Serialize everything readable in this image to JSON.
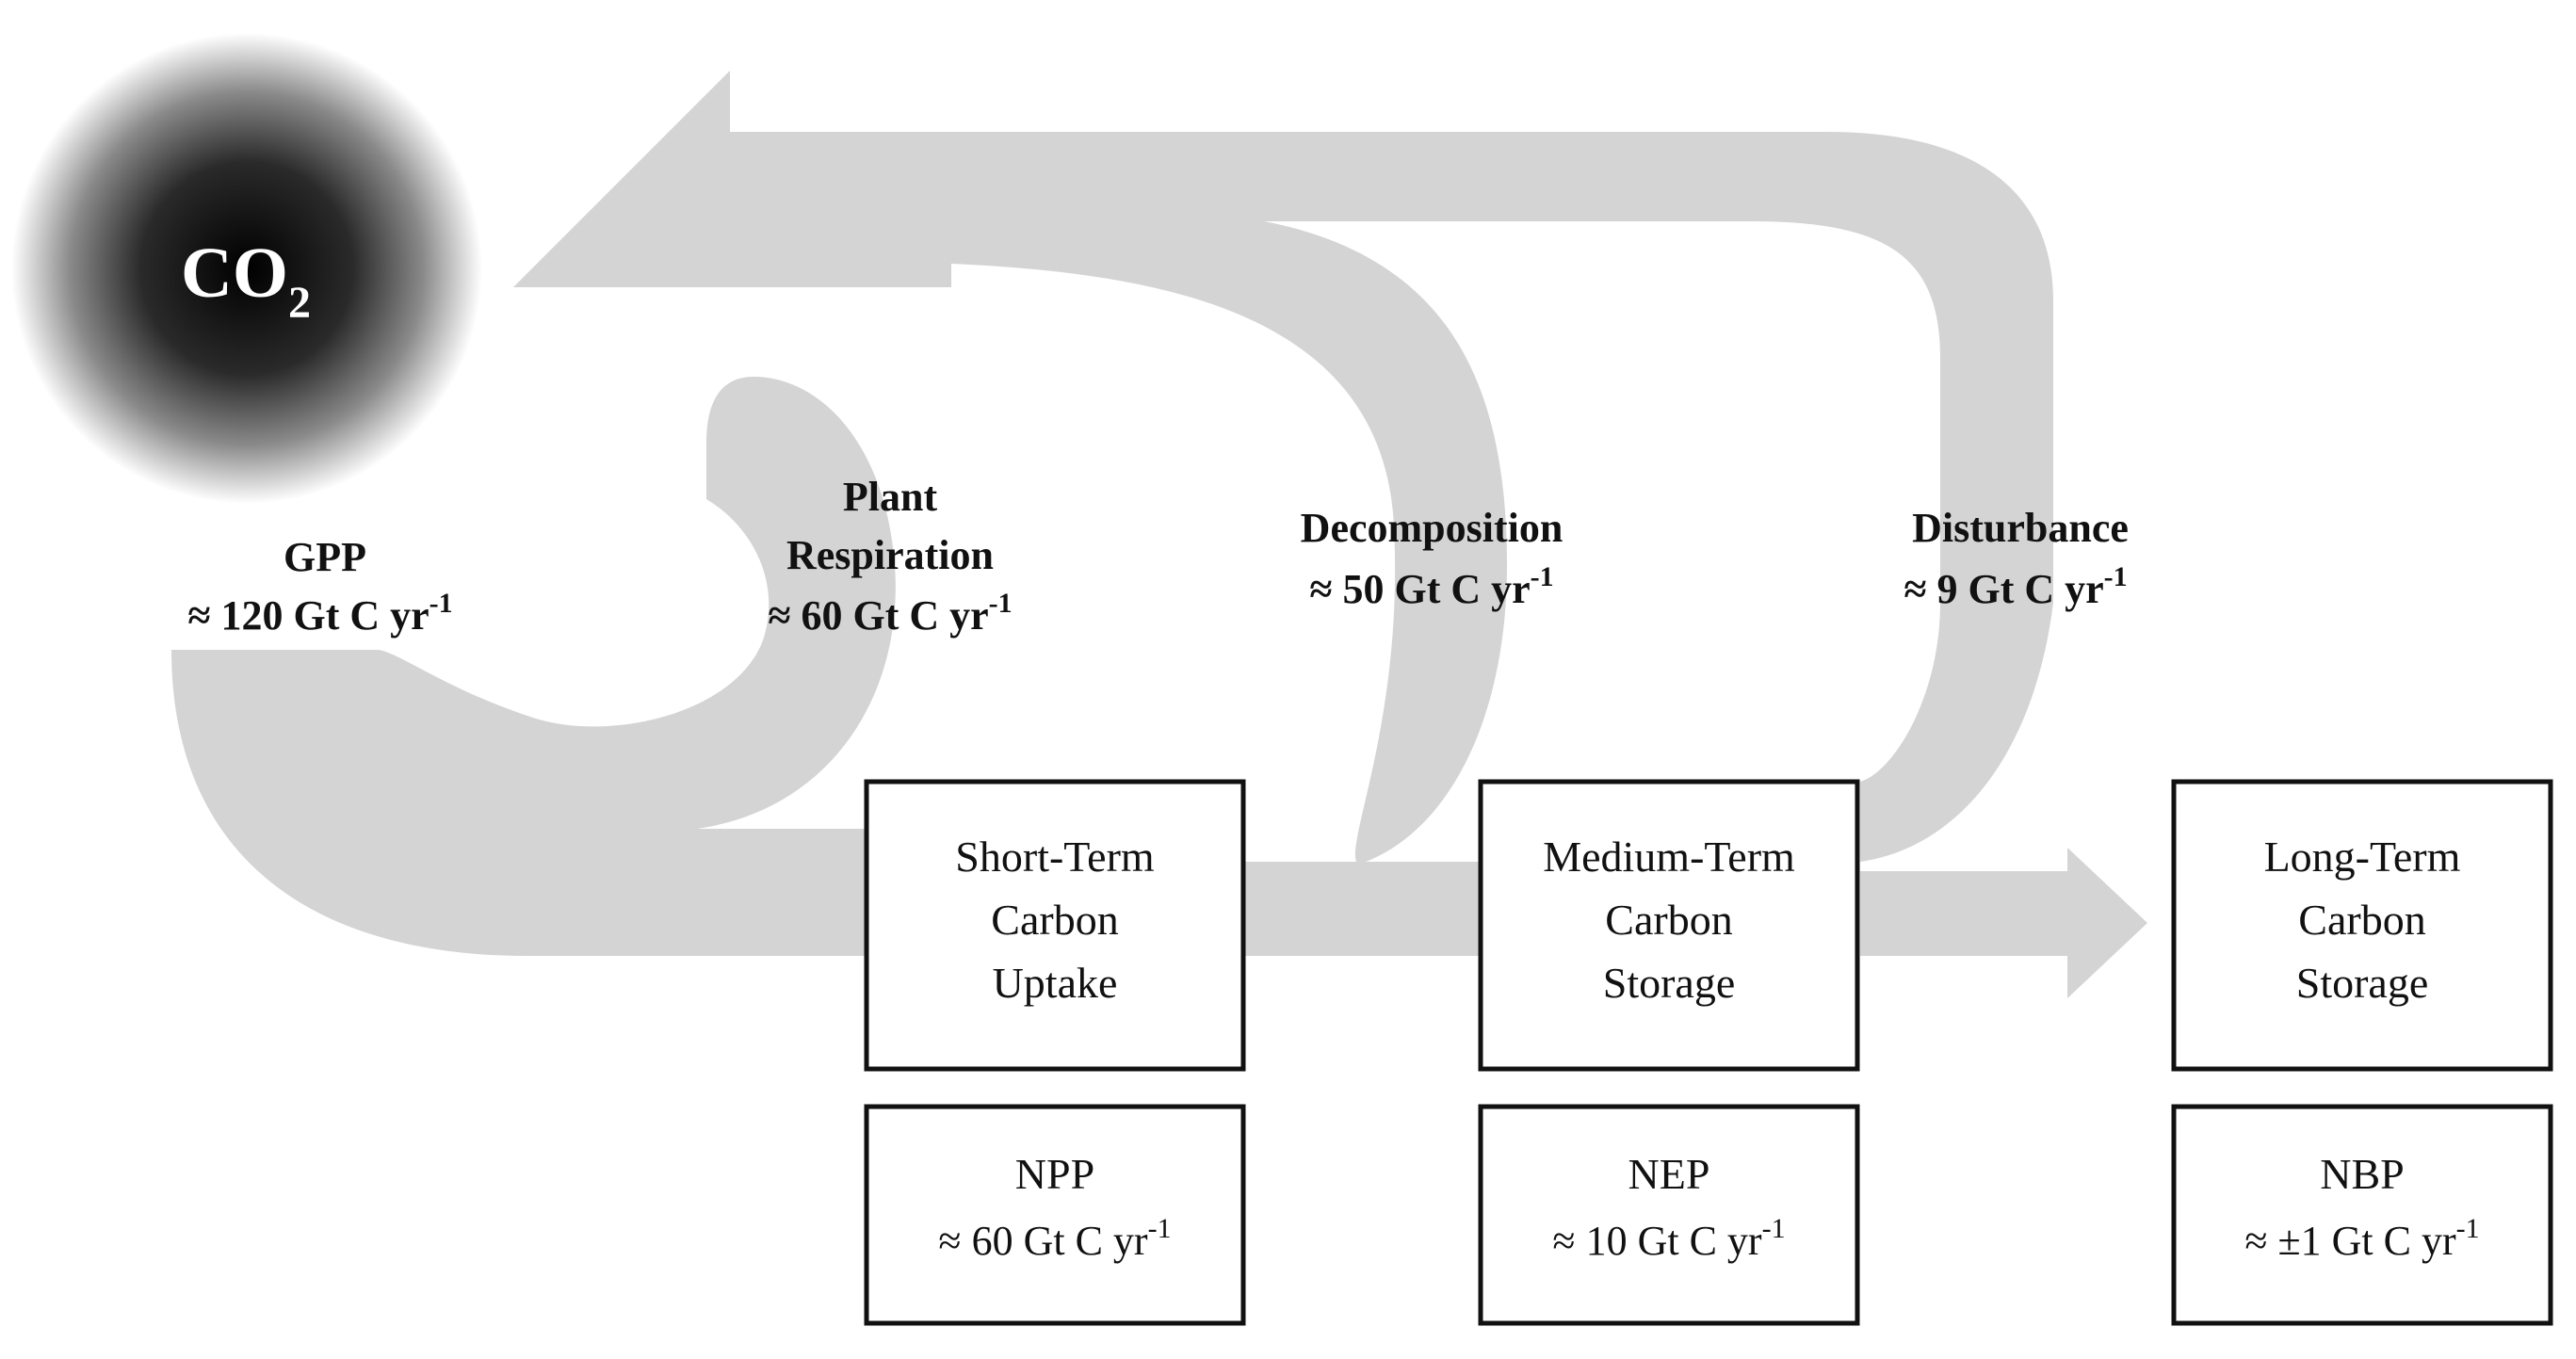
{
  "atmosphere": {
    "label_main": "CO",
    "label_sub": "2"
  },
  "fluxes": {
    "gpp": {
      "name": "GPP",
      "value": "≈ 120 Gt C yr",
      "exp": "-1"
    },
    "plant_respiration": {
      "name_line1": "Plant",
      "name_line2": "Respiration",
      "value": "≈ 60 Gt C yr",
      "exp": "-1"
    },
    "decomposition": {
      "name": "Decomposition",
      "value": "≈ 50 Gt C yr",
      "exp": "-1"
    },
    "disturbance": {
      "name": "Disturbance",
      "value": "≈ 9 Gt C yr",
      "exp": "-1"
    }
  },
  "pools": {
    "short_term": {
      "lines": [
        "Short-Term",
        "Carbon",
        "Uptake"
      ]
    },
    "medium_term": {
      "lines": [
        "Medium-Term",
        "Carbon",
        "Storage"
      ]
    },
    "long_term": {
      "lines": [
        "Long-Term",
        "Carbon",
        "Storage"
      ]
    }
  },
  "productivity": {
    "npp": {
      "name": "NPP",
      "value": "≈ 60 Gt C yr",
      "exp": "-1"
    },
    "nep": {
      "name": "NEP",
      "value": "≈ 10 Gt C yr",
      "exp": "-1"
    },
    "nbp": {
      "name": "NBP",
      "value": "≈ ±1 Gt C yr",
      "exp": "-1"
    }
  }
}
